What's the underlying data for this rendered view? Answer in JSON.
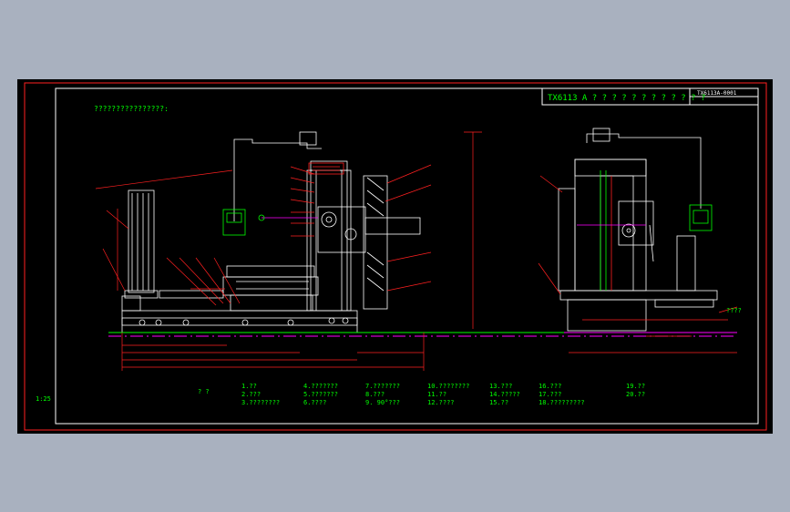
{
  "title_block": {
    "machine_title": "TX6113 A ? ? ? ? ? ?   ?          ? ? ? ? ?",
    "drawing_code": "TX6113A-0001"
  },
  "header_note": "????????????????:",
  "scale_label": "1:25",
  "parts_header": "?     ?",
  "parts": [
    {
      "id": "p1",
      "text": "1.??"
    },
    {
      "id": "p2",
      "text": "2.???"
    },
    {
      "id": "p3",
      "text": "3.????????"
    },
    {
      "id": "p4",
      "text": "4.???????"
    },
    {
      "id": "p5",
      "text": "5.???????"
    },
    {
      "id": "p6",
      "text": "6.????"
    },
    {
      "id": "p7",
      "text": "7.???????"
    },
    {
      "id": "p8",
      "text": "8.???"
    },
    {
      "id": "p9",
      "text": "9.  90°???"
    },
    {
      "id": "p10",
      "text": "10.????????"
    },
    {
      "id": "p11",
      "text": "11.??"
    },
    {
      "id": "p12",
      "text": "12.????"
    },
    {
      "id": "p13",
      "text": "13.???"
    },
    {
      "id": "p14",
      "text": "14.?????"
    },
    {
      "id": "p15",
      "text": "15.??"
    },
    {
      "id": "p16",
      "text": "16.???"
    },
    {
      "id": "p17",
      "text": "17.???"
    },
    {
      "id": "p18",
      "text": "18.?????????"
    },
    {
      "id": "p19",
      "text": "19.??"
    },
    {
      "id": "p20",
      "text": "20.??"
    }
  ],
  "side_note": "????",
  "colors": {
    "background": "#000000",
    "frame": "#ff0000",
    "outline": "#ffffff",
    "text": "#00ff00",
    "dimension": "#ff0000",
    "centerline": "#ff00ff"
  }
}
